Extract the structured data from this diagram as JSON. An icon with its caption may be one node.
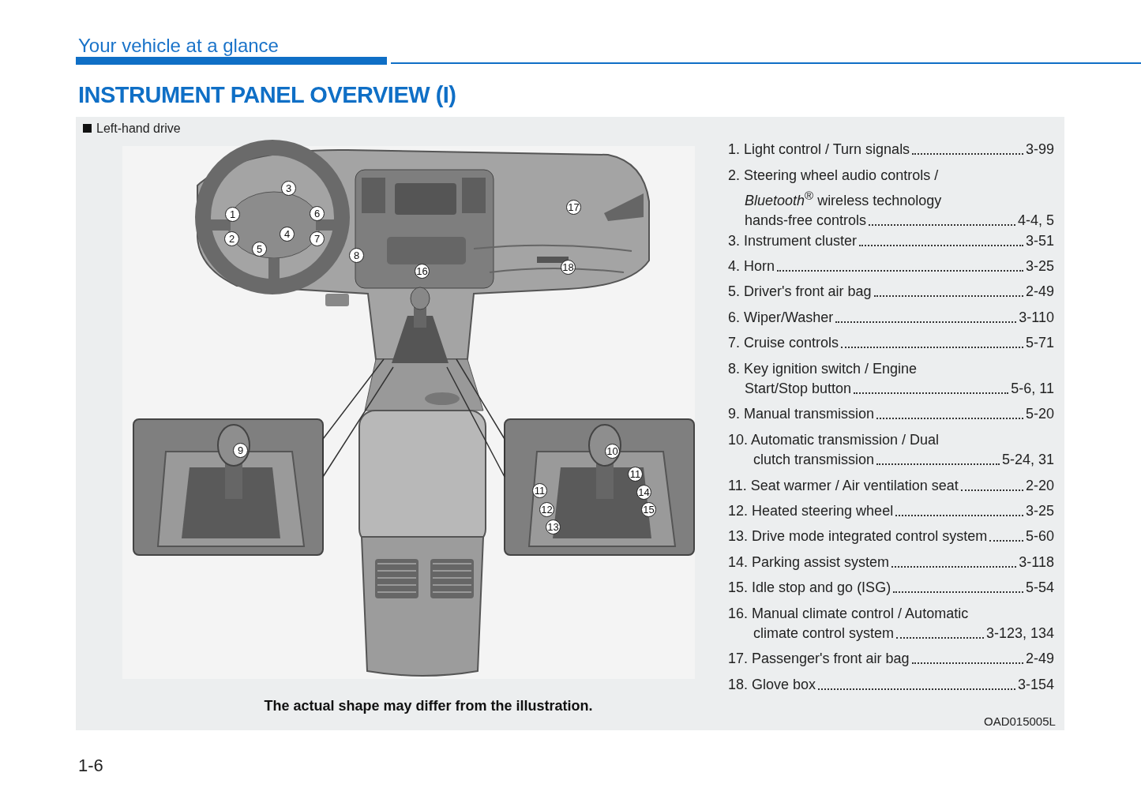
{
  "diagram": {
    "title": "INSTRUMENT PANEL OVERVIEW (I)",
    "caption": "The actual shape may differ from the illustration.",
    "nodes": [
      {
        "text": [],
        "shape": "picture"
      },
      {
        "text": [],
        "shape": "picture"
      },
      {
        "text": [],
        "shape": "picture"
      }
    ],
    "edges": [
      {
        "from": 0,
        "to": 1,
        "arrow": "none"
      },
      {
        "from": 0,
        "to": 2,
        "arrow": "none"
      }
    ],
    "labels": [
      "Your vehicle at a glance",
      "Left-hand drive",
      "3",
      "1",
      "6",
      "2",
      "4",
      "7",
      "5",
      "17",
      "8",
      "16",
      "18",
      "9",
      "10",
      "11",
      "11",
      "14",
      "12",
      "15",
      "13",
      "1. Light control / Turn signals",
      "3-99",
      "2. Steering wheel audio controls / *Bluetooth*$^{®}$ wireless technology hands-free controls",
      "4-4, 5",
      "3. Instrument cluster",
      "3-51",
      "4. Horn",
      "3-25",
      "5. Driver's front air bag",
      "2-49",
      "6. Wiper/Washer",
      "3-110",
      "7. Cruise controls",
      "5-71",
      "8. Key ignition switch / Engine Start/Stop button",
      "5-6, 11",
      "9. Manual transmission",
      "5-20",
      "10. Automatic transmission / Dual clutch transmission",
      "5-24, 31",
      "11. Seat warmer / Air ventilation seat",
      "2-20",
      "12. Heated steering wheel",
      "3-25",
      "13. Drive mode integrated control system",
      "5-60",
      "14. Parking assist system",
      "3-118",
      "15. Idle stop and go (ISG)",
      "5-54",
      "16. Manual climate control / Automatic climate control system",
      "3-123, 134",
      "17. Passenger's front air bag",
      "2-49",
      "18. Glove box",
      "3-154",
      "OAD015005L",
      "1-6"
    ]
  }
}
